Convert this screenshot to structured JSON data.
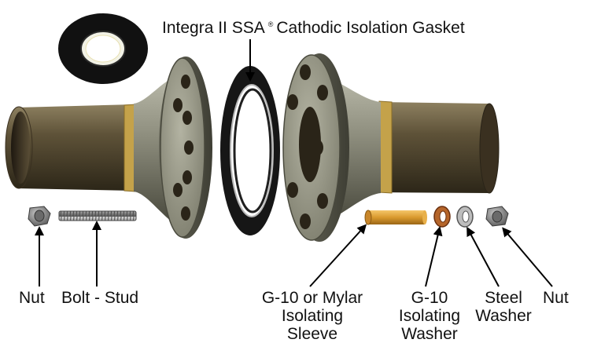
{
  "title": {
    "product": "Integra II SSA",
    "registered_mark": "®",
    "description": "Cathodic Isolation Gasket"
  },
  "labels": {
    "nut_left": "Nut",
    "bolt_stud": "Bolt - Stud",
    "sleeve": [
      "G-10 or Mylar",
      "Isolating",
      "Sleeve"
    ],
    "isolating_washer": [
      "G-10",
      "Isolating",
      "Washer"
    ],
    "steel_washer": [
      "Steel",
      "Washer"
    ],
    "nut_right": "Nut"
  },
  "colors": {
    "pipe": "#6b5f45",
    "flange": "#9e9e8e",
    "gasket": "#1a1a1a",
    "sleeve": "#e0a83a",
    "isolating_washer": "#b5652a",
    "steel_washer": "#b5b5b5",
    "nut": "#8a8a8a"
  }
}
